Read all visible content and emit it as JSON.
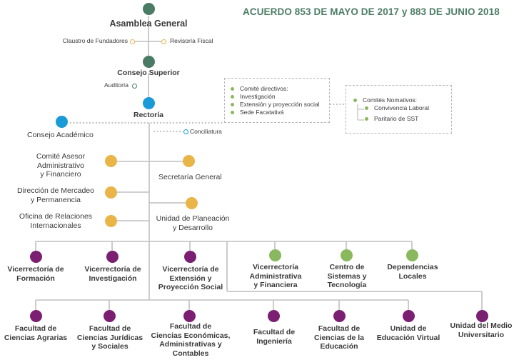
{
  "title": "ACUERDO 853  DE  MAYO DE 2017 y 883 DE JUNIO 2018",
  "colors": {
    "governance": "#4a7b65",
    "rectoria": "#1a9ad6",
    "advisory": "#e9b448",
    "vicerrectoria_academic": "#7b1f73",
    "vicerrectoria_admin": "#8ab85e",
    "line": "#bfbfbf",
    "title": "#4d7d66"
  },
  "nodes": {
    "asamblea": "Asamblea General",
    "claustro": "Claustro de Fundadores",
    "revisoria": "Revisoría Fiscal",
    "consejo_superior": "Consejo Superior",
    "auditoria": "Auditoría",
    "rectoria": "Rectoría",
    "consejo_academico": "Consejo Académico",
    "conciliatura": "Conciliatura",
    "comite_asesor": [
      "Comité Asesor",
      "Administrativo",
      "y Financiero"
    ],
    "secretaria": "Secretaría General",
    "direccion_mercadeo": [
      "Dirección de Mercadeo",
      "y Permanencia"
    ],
    "unidad_planeacion": [
      "Unidad de Planeación",
      "y Desarrollo"
    ],
    "oficina_relaciones": [
      "Oficina de Relaciones",
      "Internacionales"
    ]
  },
  "comites_directivos": [
    "Comité directivos:",
    "Investigación",
    "Extensión y proyección social",
    "Sede Facatativá"
  ],
  "comites_normativos": {
    "title": "Comités Nomativos:",
    "items": [
      "Convivencia Laboral",
      "Paritario de SST"
    ]
  },
  "vicerrectorias": [
    [
      "Vicerrectoría de",
      "Formación"
    ],
    [
      "Vicerrectoría de",
      "Investigación"
    ],
    [
      "Vicerrectoría de",
      "Extensión y",
      "Proyección Social"
    ],
    [
      "Vicerrectoría",
      "Administrativa",
      "y Financiera"
    ],
    [
      "Centro de",
      "Sistemas y",
      "Tecnología"
    ],
    [
      "Dependencias",
      "Locales"
    ]
  ],
  "facultades": [
    [
      "Facultad de",
      "Ciencias Agrarias"
    ],
    [
      "Facultad de",
      "Ciencias Jurídicas",
      "y Sociales"
    ],
    [
      "Facultad de",
      "Ciencias Económicas,",
      "Administrativas y",
      "Contables"
    ],
    [
      "Facultad de",
      "Ingeniería"
    ],
    [
      "Facultad de",
      "Ciencias de la",
      "Educación"
    ],
    [
      "Unidad de",
      "Educación Virtual"
    ],
    [
      "Unidad del Medio",
      "Universitario"
    ]
  ]
}
